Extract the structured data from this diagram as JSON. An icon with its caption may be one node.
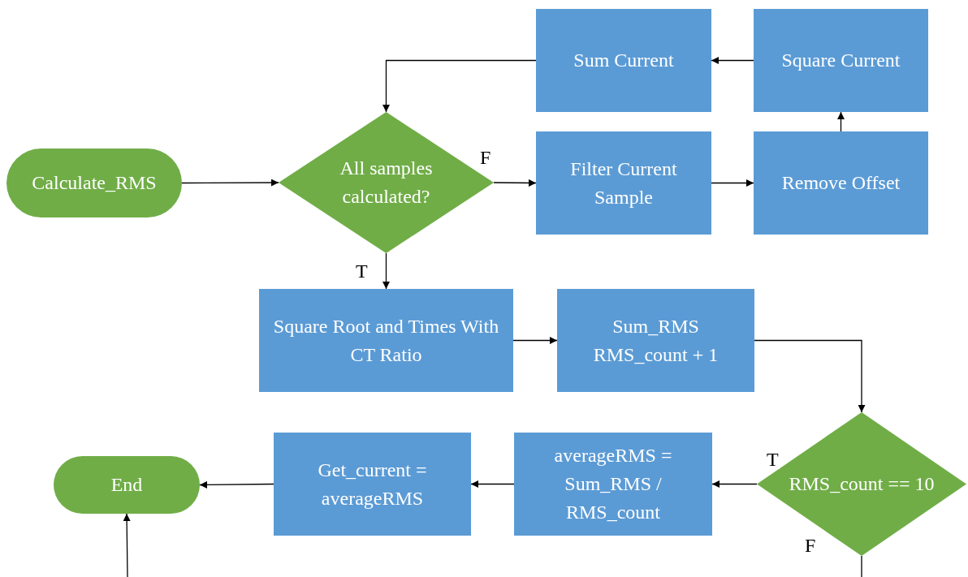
{
  "diagram": {
    "nodes": [
      {
        "text": [
          "Calculate_RMS"
        ]
      },
      {
        "text": [
          "All samples calculated?"
        ]
      },
      {
        "text": [
          "Filter Current Sample"
        ]
      },
      {
        "text": [
          "Remove Offset"
        ]
      },
      {
        "text": [
          "Square Current"
        ]
      },
      {
        "text": [
          "Sum Current"
        ]
      },
      {
        "text": [
          "Square Root and Times With CT Ratio"
        ]
      },
      {
        "text": [
          "Sum_RMS RMS_count + 1"
        ]
      },
      {
        "text": [
          "RMS_count == 10"
        ]
      },
      {
        "text": [
          "averageRMS = Sum_RMS / RMS_count"
        ]
      },
      {
        "text": [
          "Get_current = averageRMS"
        ]
      },
      {
        "text": [
          "End"
        ]
      }
    ],
    "edges": [
      {
        "from": 0,
        "to": 1,
        "arrow": "to"
      },
      {
        "from": 1,
        "to": 2,
        "arrow": "to",
        "label": "F"
      },
      {
        "from": 2,
        "to": 3,
        "arrow": "to"
      },
      {
        "from": 3,
        "to": 4,
        "arrow": "to"
      },
      {
        "from": 4,
        "to": 5,
        "arrow": "to"
      },
      {
        "from": 5,
        "to": 1,
        "arrow": "to"
      },
      {
        "from": 1,
        "to": 6,
        "arrow": "to",
        "label": "T"
      },
      {
        "from": 6,
        "to": 7,
        "arrow": "to"
      },
      {
        "from": 7,
        "to": 8,
        "arrow": "to"
      },
      {
        "from": 8,
        "to": 9,
        "arrow": "to",
        "label": "T"
      },
      {
        "from": 9,
        "to": 10,
        "arrow": "to"
      },
      {
        "from": 10,
        "to": 11,
        "arrow": "to"
      },
      {
        "from": 8,
        "to": null,
        "arrow": "none",
        "label": "F"
      },
      {
        "from": null,
        "to": 11,
        "arrow": "to"
      }
    ]
  }
}
